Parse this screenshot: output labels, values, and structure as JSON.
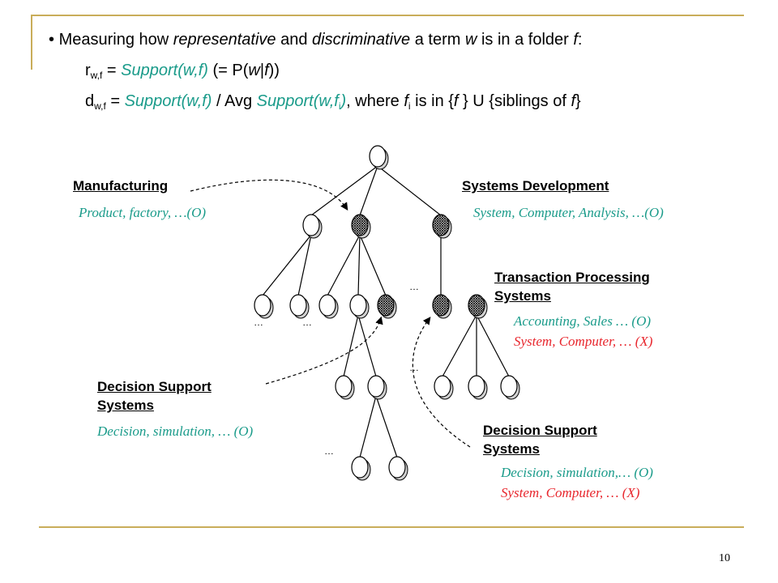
{
  "bullet": {
    "marker": "•",
    "intro_1": "Measuring how ",
    "representative": "representative",
    "intro_2": " and ",
    "discriminative": "discriminative",
    "intro_3": " a term ",
    "w": "w",
    "intro_4": " is in a folder ",
    "f": "f",
    "intro_5": ":"
  },
  "formula_r": {
    "sym": "r",
    "sub": "w,f",
    "eq": " = ",
    "support": "Support(w,f)",
    "rest_1": " (= P(",
    "w": "w",
    "bar": "|",
    "f": "f",
    "rest_2": "))"
  },
  "formula_d": {
    "sym": "d",
    "sub": "w,f",
    "eq": " = ",
    "support": "Support(w,f)",
    "div": " / Avg ",
    "support_i": "Support(w,f",
    "sub_i": "i",
    "close": ")",
    "where": ", where ",
    "fi": "f",
    "fi_sub": "i",
    "in_set": " is in {",
    "f1": "f",
    "union": " } U {siblings of ",
    "f2": "f",
    "end": "}"
  },
  "labels": {
    "manufacturing": "Manufacturing",
    "manufacturing_kw": "Product, factory, …(O)",
    "sysdev": "Systems Development",
    "sysdev_kw": "System, Computer, Analysis, …(O)",
    "tps_1": "Transaction Processing",
    "tps_2": "Systems",
    "tps_kw1": "Accounting, Sales … (O)",
    "tps_kw2": "System, Computer, … (X)",
    "dss_left_1": "Decision Support",
    "dss_left_2": "Systems",
    "dss_left_kw": "Decision, simulation, … (O)",
    "dss_right_1": "Decision Support",
    "dss_right_2": "Systems",
    "dss_right_kw1": "Decision,  simulation,… (O)",
    "dss_right_kw2": "System, Computer, … (X)",
    "ellipsis": "…"
  },
  "page_number": "10",
  "colors": {
    "teal": "#1a9b8a",
    "red": "#e8262d",
    "frame": "#c9ad5a"
  }
}
